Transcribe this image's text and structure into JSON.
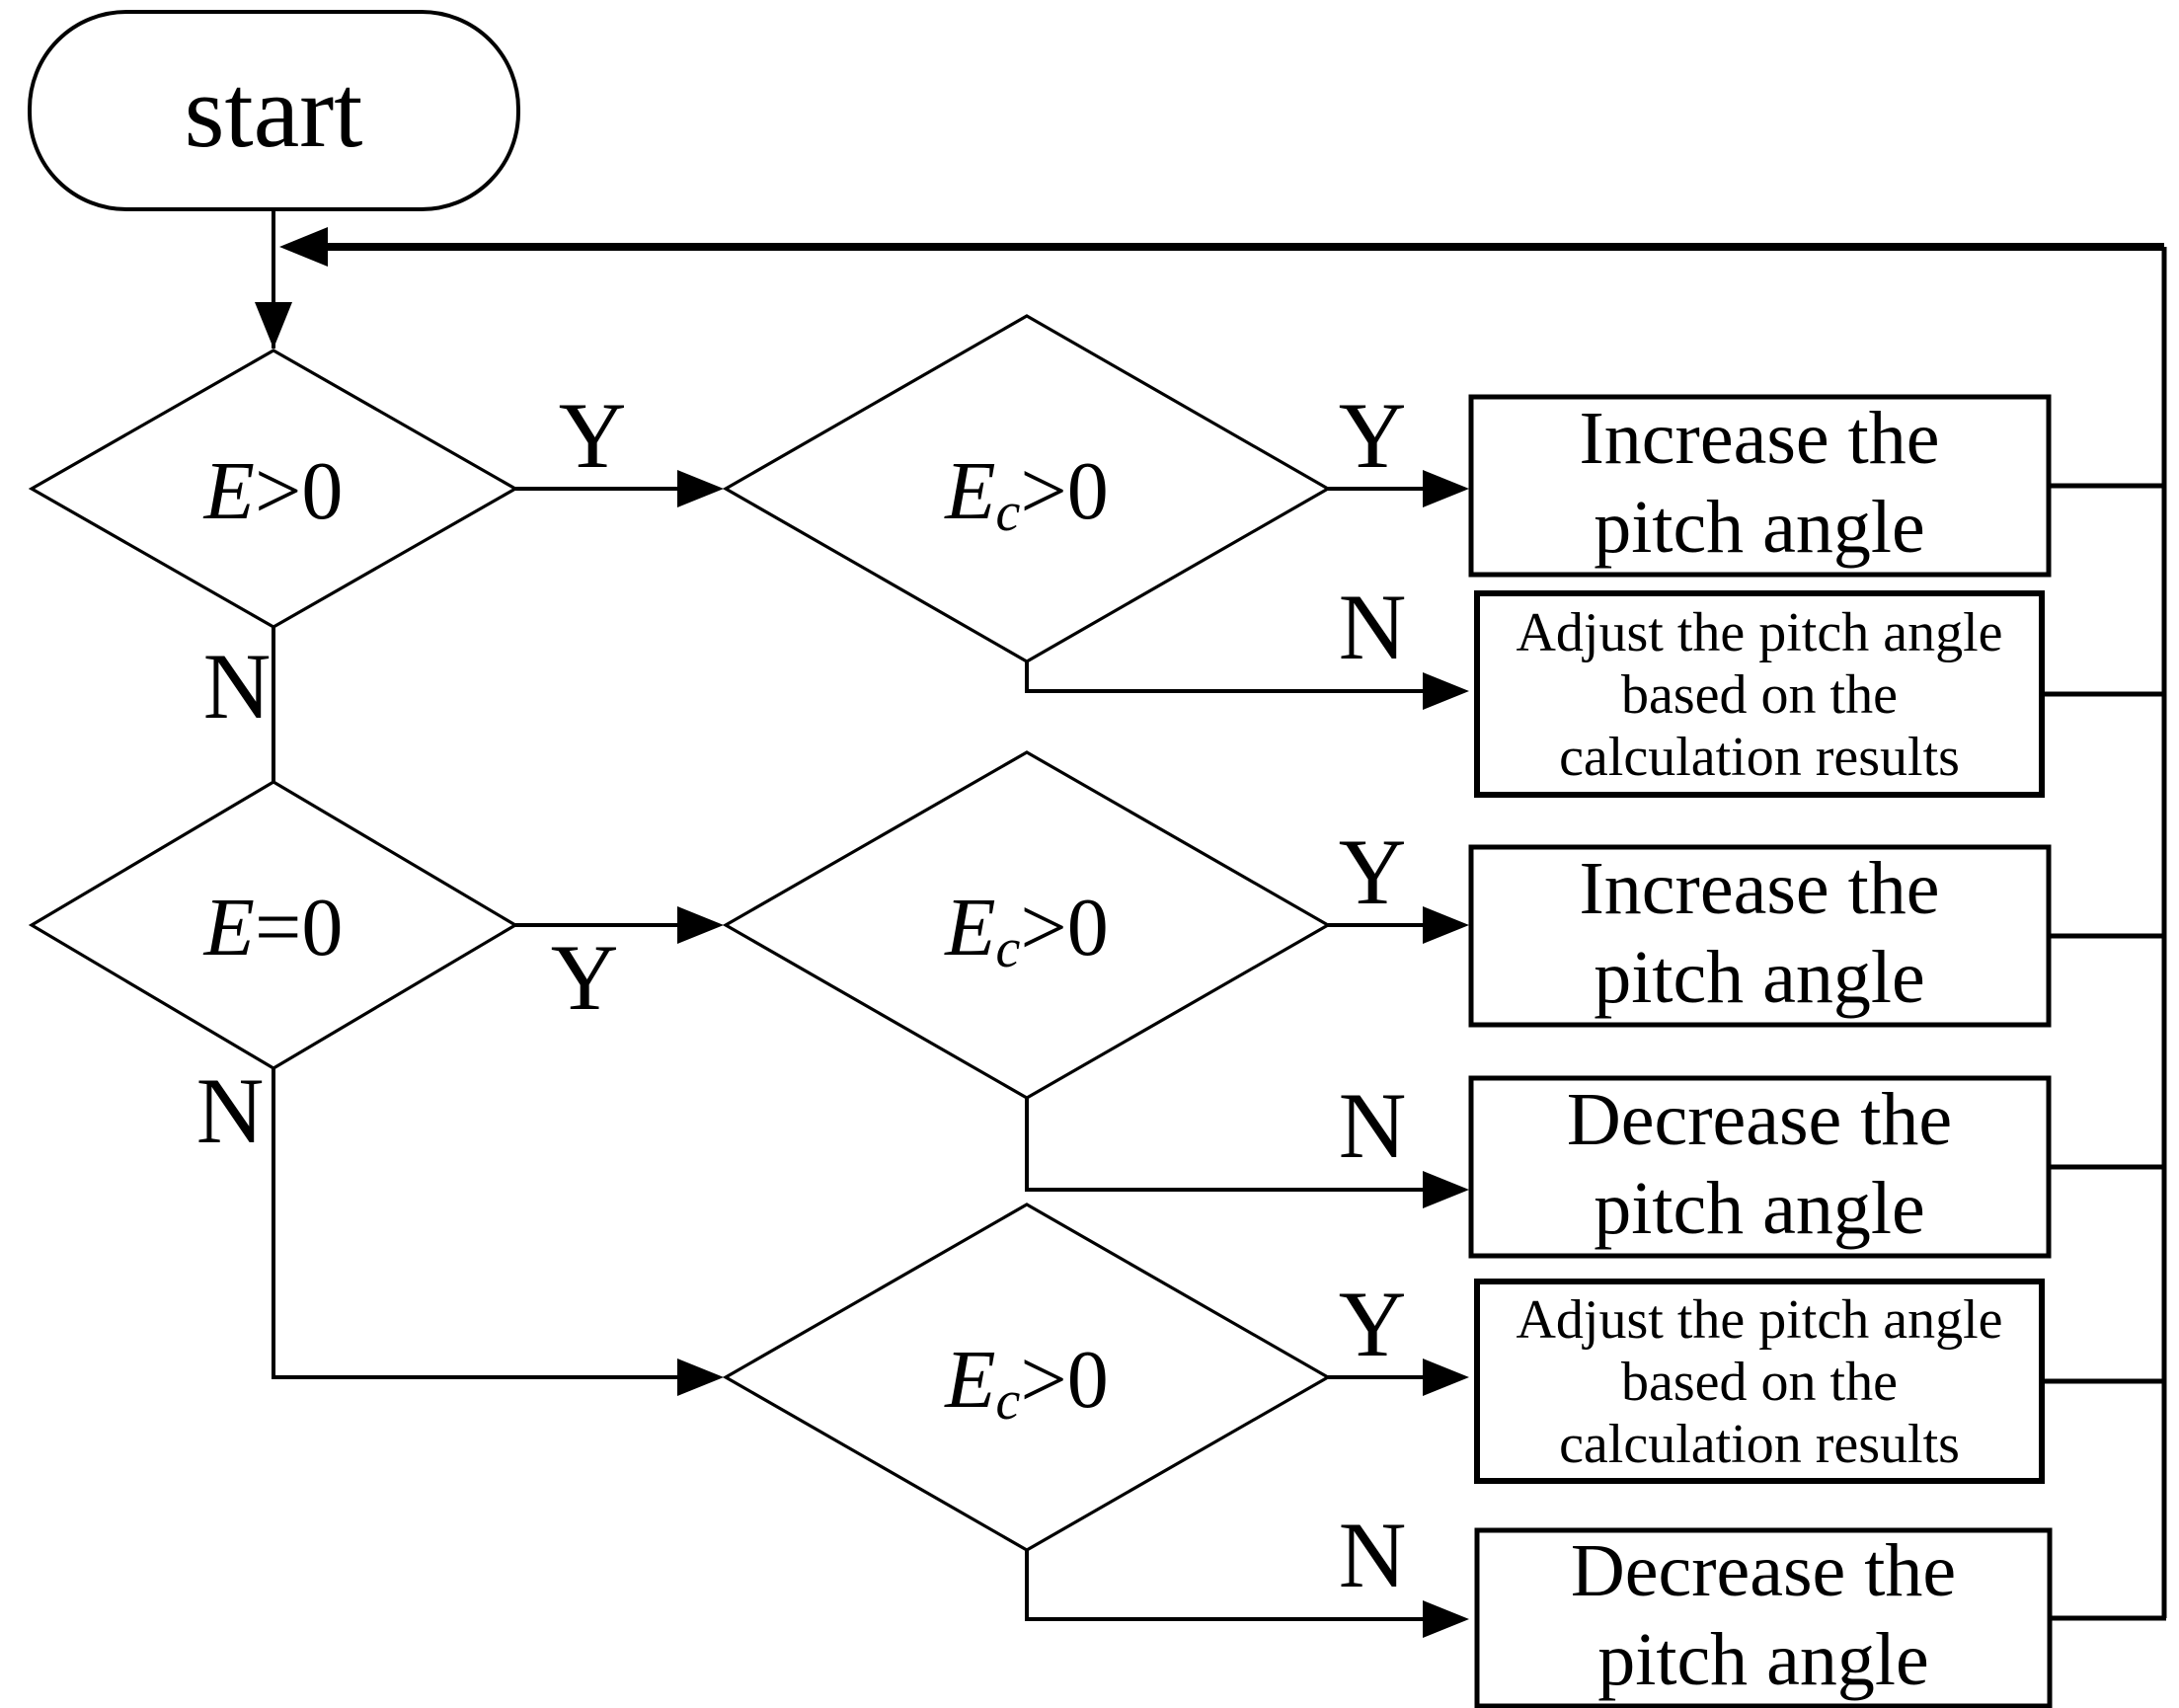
{
  "start": {
    "label": "start"
  },
  "labels": {
    "yes": "Y",
    "no": "N"
  },
  "decisions": [
    {
      "id": "e-gt-0",
      "var": "E",
      "sub": "",
      "op": ">0"
    },
    {
      "id": "ec-gt-0-top",
      "var": "E",
      "sub": "c",
      "op": ">0"
    },
    {
      "id": "e-eq-0",
      "var": "E",
      "sub": "",
      "op": "=0"
    },
    {
      "id": "ec-gt-0-mid",
      "var": "E",
      "sub": "c",
      "op": ">0"
    },
    {
      "id": "ec-gt-0-bot",
      "var": "E",
      "sub": "c",
      "op": ">0"
    }
  ],
  "boxes": [
    {
      "id": "increase-pitch-1",
      "lines": [
        "Increase the",
        "pitch angle"
      ]
    },
    {
      "id": "adjust-pitch-1",
      "lines": [
        "Adjust the pitch angle",
        "based on the",
        "calculation results"
      ]
    },
    {
      "id": "increase-pitch-2",
      "lines": [
        "Increase the",
        "pitch angle"
      ]
    },
    {
      "id": "decrease-pitch-1",
      "lines": [
        "Decrease the",
        "pitch angle"
      ]
    },
    {
      "id": "adjust-pitch-2",
      "lines": [
        "Adjust the pitch angle",
        "based on the",
        "calculation results"
      ]
    },
    {
      "id": "decrease-pitch-2",
      "lines": [
        "Decrease the",
        "pitch angle"
      ]
    }
  ],
  "colors": {
    "stroke": "#000000",
    "background": "#ffffff"
  }
}
